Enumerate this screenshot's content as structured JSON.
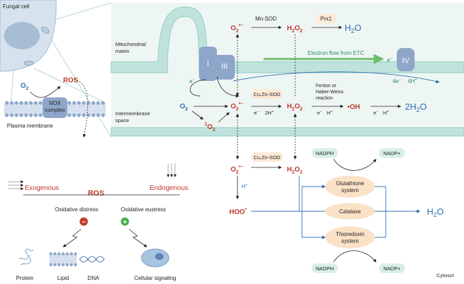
{
  "labels": {
    "fungal_cell": "Fungal cell",
    "mito_matrix_1": "Mitochondrial",
    "mito_matrix_2": "matrix",
    "intermembrane_1": "Intermembrane",
    "intermembrane_2": "space",
    "plasma_membrane": "Plasma membrane",
    "nox_1": "NOX",
    "nox_2": "complex",
    "cytosol": "Cytosol",
    "electron_flow": "Electron flow from ETC"
  },
  "complexes": {
    "c1": "I",
    "c3": "III",
    "c4": "IV"
  },
  "species": {
    "o2": "O",
    "o2_sub": "2",
    "ros": "ROS",
    "superoxide": "O",
    "superoxide_sub": "2",
    "superoxide_sup": "•−",
    "singlet_sup": "1",
    "h2o2_h": "H",
    "h2o2_sub": "2",
    "h2o2_o": "O",
    "h2o": "H",
    "h2o_sub": "2",
    "h2o_o": "O",
    "hydroxyl": "•OH",
    "two_h2o": "2H",
    "hoo": "HOO",
    "hoo_sup": "•"
  },
  "enzymes": {
    "mn_sod": "Mn-SOD",
    "prx1": "Prx1",
    "cuzn_sod_1": "Cu,Zn-SOD",
    "cuzn_sod_2": "Cu,Zn-SOD",
    "fenton_1": "Fenton or",
    "fenton_2": "Haber-Weiss",
    "fenton_3": "reaction",
    "nadph_top": "NADPH",
    "nadp_top": "NADP+",
    "nadph_bottom": "NADPH",
    "nadp_bottom": "NADP+",
    "glutathione_1": "Glutathione",
    "glutathione_2": "system",
    "catalase": "Catalase",
    "thioredoxin_1": "Thioredoxin",
    "thioredoxin_2": "system"
  },
  "electrons": {
    "e_minus": "e",
    "e_sup": "−",
    "two_h_plus": "2H",
    "h_plus": "H",
    "plus": "+",
    "four_e": "4e",
    "four_h": "4H"
  },
  "ros_box": {
    "exogenous": "Exogenous",
    "ros": "ROS",
    "endogenous": "Endogenous",
    "distress": "Oxidative distress",
    "eustress": "Oxidative eustress",
    "minus": "−",
    "plus": "+",
    "protein": "Protein",
    "lipid": "Lipid",
    "dna": "DNA",
    "signaling": "Cellular signaling"
  },
  "colors": {
    "red": "#c0392b",
    "blue": "#2b6cb0",
    "membrane_fill": "#bfe3dc",
    "membrane_line": "#8fcfc3",
    "mito_bg": "#eef6f4",
    "complex": "#8ea6c9",
    "enzyme_box": "#fde9d6",
    "nadph_box": "#d8eee9",
    "system_box": "#fbe1c6",
    "green_arrow": "#6cbf6c",
    "cell": "#d6e3ee"
  }
}
